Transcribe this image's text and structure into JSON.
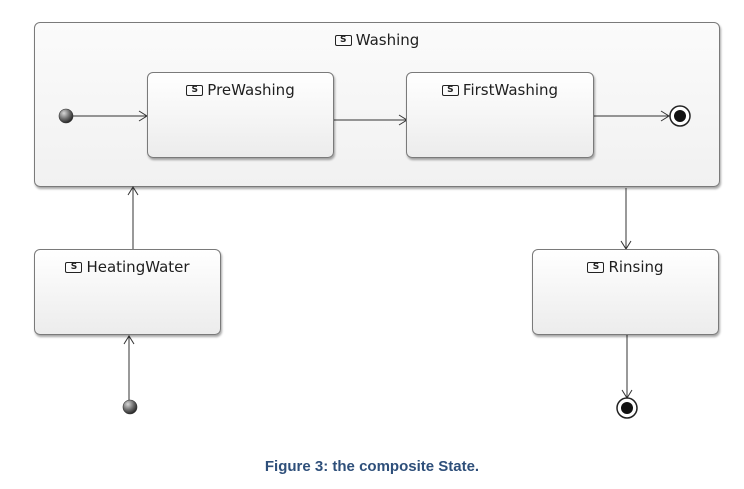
{
  "states": {
    "washing": {
      "label": "Washing",
      "icon": "stereotype-s-icon"
    },
    "prewashing": {
      "label": "PreWashing",
      "icon": "stereotype-s-icon"
    },
    "firstwashing": {
      "label": "FirstWashing",
      "icon": "stereotype-s-icon"
    },
    "heatingwater": {
      "label": "HeatingWater",
      "icon": "stereotype-s-icon"
    },
    "rinsing": {
      "label": "Rinsing",
      "icon": "stereotype-s-icon"
    }
  },
  "stereotype_glyph": "S",
  "caption": "Figure 3: the composite State.",
  "colors": {
    "caption": "#2e4f7a",
    "line": "#333333",
    "state_border": "#7a7a7a"
  }
}
